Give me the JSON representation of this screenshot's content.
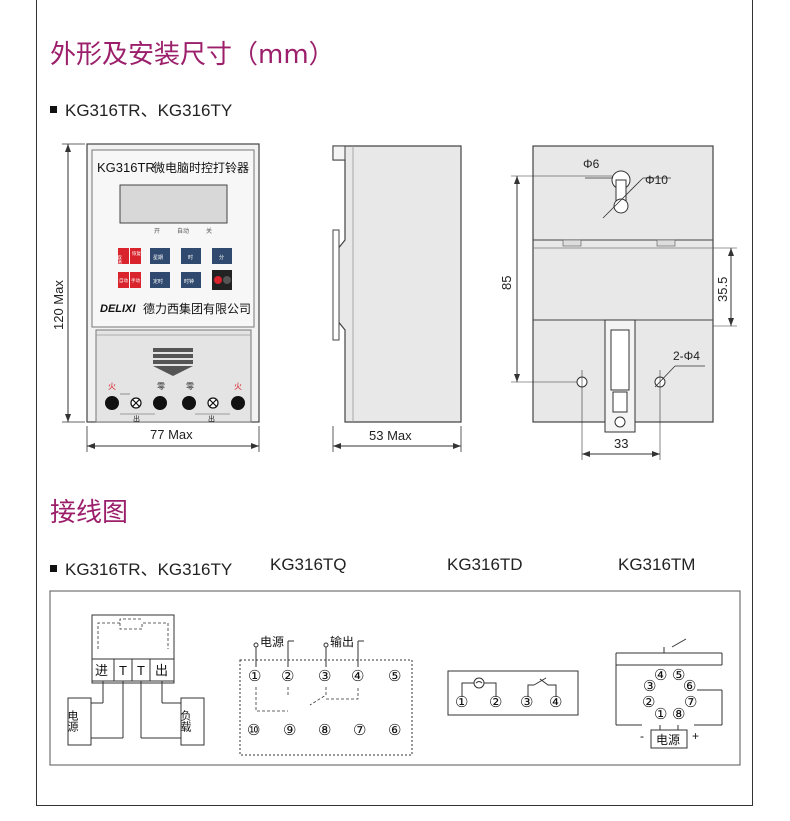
{
  "section_dimensions": {
    "title": "外形及安装尺寸（mm）",
    "models": "KG316TR、KG316TY"
  },
  "front_view": {
    "model_label": "KG316TR",
    "product_name": "微电脑时控打铃器",
    "lcd_labels": [
      "开",
      "自动",
      "关"
    ],
    "buttons_row1": [
      "取消",
      "恢复",
      "星期",
      "时",
      "分"
    ],
    "buttons_row2": [
      "自动",
      "手动",
      "定时",
      "时钟"
    ],
    "brand": "DELIXI",
    "company": "德力西集团有限公司",
    "terminal_labels": [
      "火",
      "零",
      "零",
      "火"
    ],
    "out_label": "出",
    "height_dim": "120 Max",
    "width_dim": "77 Max"
  },
  "side_view": {
    "depth_dim": "53 Max"
  },
  "back_view": {
    "hole_small": "Φ6",
    "hole_large": "Φ10",
    "mount_holes": "2-Φ4",
    "height_85": "85",
    "height_35": "35.5",
    "width_33": "33"
  },
  "section_wiring": {
    "title": "接线图",
    "models": [
      "KG316TR、KG316TY",
      "KG316TQ",
      "KG316TD",
      "KG316TM"
    ]
  },
  "wiring_tr": {
    "terminals": [
      "进",
      "T",
      "T",
      "出"
    ],
    "power_label": "电源",
    "load_label": "负载"
  },
  "wiring_tq": {
    "power_label": "电源",
    "output_label": "输出",
    "top_pins": [
      "①",
      "②",
      "③",
      "④",
      "⑤"
    ],
    "bottom_pins": [
      "⑩",
      "⑨",
      "⑧",
      "⑦",
      "⑥"
    ]
  },
  "wiring_td": {
    "pins": [
      "①",
      "②",
      "③",
      "④"
    ]
  },
  "wiring_tm": {
    "pins": [
      "④",
      "⑤",
      "③",
      "⑥",
      "②",
      "⑦",
      "①",
      "⑧"
    ],
    "power_label": "电源",
    "minus": "-",
    "plus": "+"
  },
  "colors": {
    "title_accent": "#9b1f6a",
    "red_button": "#d9232d",
    "blue_button": "#2f4a6e",
    "panel_gray": "#e4e4e4"
  }
}
